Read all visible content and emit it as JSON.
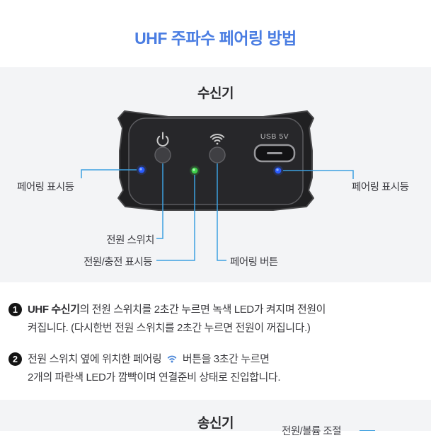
{
  "page": {
    "title": "UHF 주파수 페어링 방법"
  },
  "receiver": {
    "heading": "수신기",
    "device": {
      "usb_label": "USB 5V",
      "icons": [
        "power-icon",
        "wifi-icon"
      ]
    },
    "labels": {
      "pairing_left": "페어링 표시등",
      "pairing_right": "페어링 표시등",
      "power_switch": "전원 스위치",
      "power_charge_led": "전원/충전 표시등",
      "pairing_button": "페어링 버튼"
    }
  },
  "steps": [
    {
      "num": "1",
      "bold": "UHF 수신기",
      "after_bold": "의 전원 스위치를 2초간 누르면 녹색 LED가 켜지며 전원이",
      "line2": "켜집니다. (다시한번 전원 스위치를 2초간 누르면 전원이 꺼집니다.)"
    },
    {
      "num": "2",
      "before_icon": "전원 스위치 옆에 위치한 페어링",
      "after_icon": "버튼을 3초간 누르면",
      "line2": "2개의 파란색 LED가 깜빡이며 연결준비 상태로 진입합니다."
    }
  ],
  "transmitter": {
    "heading": "송신기",
    "partial_label": "전원/볼륨 조절"
  },
  "colors": {
    "title_blue": "#4a7de2",
    "callout_line": "#3da0e0",
    "led_blue": "#2a5cff",
    "led_blue_core": "#86aaff",
    "led_green": "#3fcf4a",
    "led_green_core": "#aef2b0",
    "section_bg": "#f3f4f6",
    "device_body": "#202022",
    "device_panel": "#27272a"
  }
}
